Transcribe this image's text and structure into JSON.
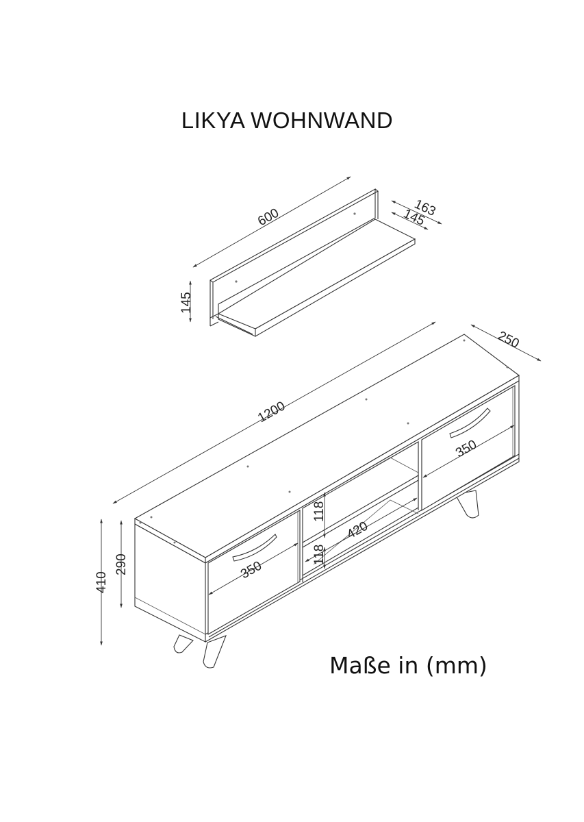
{
  "title": "LIKYA WOHNWAND",
  "units_note": "Maße in (mm)",
  "shelf": {
    "width": "600",
    "depth_outer": "163",
    "depth_inner": "145",
    "height": "145"
  },
  "tv_unit": {
    "width": "1200",
    "depth": "250",
    "total_height": "410",
    "body_height": "290",
    "left_drawer_width": "350",
    "right_drawer_width": "350",
    "center_opening_width": "420",
    "upper_compartment_height": "118",
    "lower_compartment_height": "118"
  },
  "colors": {
    "line": "#333333",
    "background": "#ffffff",
    "text": "#111111"
  }
}
